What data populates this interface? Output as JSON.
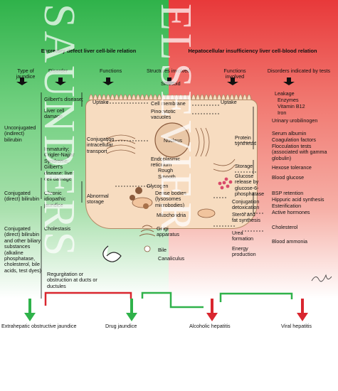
{
  "headers": {
    "left": "Excretory defect liver cell-bile relation",
    "right": "Hepatocellular insufficiency liver cell-blood relation"
  },
  "columns": {
    "type": "Type of jaundice",
    "disorder": "Disorder",
    "functions_left": "Functions",
    "structures": "Structures involved",
    "functions_right": "Functions involved",
    "disorders_tests": "Disorders indicated by tests"
  },
  "types": {
    "unconjugated": "Unconjugated (indirect) bilirubin",
    "conjugated": "Conjugated (direct) bilirubin",
    "conjugated_other": "Conjugated (direct) bilirubin and other biliary substances (alkaline phosphatase, cholesterol, bile acids, test dyes)"
  },
  "disorders": {
    "gilbert": "Gilbert's disease;",
    "damage": "Liver cell damage",
    "immaturity": "Immaturity; Crigler-Najjar Syndrome; Gilbert's disease; liver cell damage",
    "chronic": "Chronic idiopathic jaundice",
    "cholestasis": "Cholestasis",
    "regurgitation": "Regurgitation or obstruction at ducts or ductules"
  },
  "functions_left": {
    "uptake": "Uptake",
    "conjugation": "Conjugation intracellular transport",
    "abnormal": "Abnormal storage"
  },
  "structures": {
    "sinusoid": "Sinusoid",
    "cell_membrane": "Cell membrane",
    "pinocytotic": "Pinocytotic vacuoles",
    "nucleus": "Nucleus",
    "er": "Endoplasmic reticulum",
    "rough": "Rough",
    "smooth": "Smooth",
    "glycogen": "Glycogen",
    "dense": "Dense bodies (lysosomes microbodies)",
    "mito": "Mitochondria",
    "golgi": "Golgi apparatus",
    "bile": "Bile",
    "canaliculus": "Canaliculus"
  },
  "functions_right": {
    "uptake": "Uptake",
    "protein": "Protein synthesis",
    "storage": "Storage",
    "glucose": "Glucose release by glucose-6-phosphatase",
    "conj": "Conjugation detoxication",
    "sterol": "Sterol and fat synthesis",
    "urea": "Urea formation",
    "energy": "Energy production"
  },
  "tests": {
    "leakage": "Leakage",
    "enzymes": "Enzymes",
    "vitb12": "Vitamin B12",
    "iron": "Iron",
    "urobilinogen": "Urinary urobilinogen",
    "albumin": "Serum albumin",
    "coag": "Coagulation factors",
    "floc": "Flocculation tests (associated with gamma globulin)",
    "hexose": "Hexose tolerance",
    "bloodglucose": "Blood glucose",
    "bsp": "BSP retention",
    "hippuric": "Hippuric acid synthesis",
    "ester": "Esterification",
    "hormones": "Active hormones",
    "chol": "Cholesterol",
    "ammonia": "Blood ammonia"
  },
  "outcomes": {
    "extrahepatic": "Extrahepatic obstructive jaundice",
    "drug": "Drug jaundice",
    "alcoholic": "Alcoholic hepatitis",
    "viral": "Viral hepatitis"
  },
  "colors": {
    "green": "#2fb24a",
    "red": "#e8393a",
    "cell": "#f7dcc0",
    "arrow": "#111111"
  },
  "watermark": {
    "left": "SAUNDERS",
    "right": "ELSEVIER"
  }
}
